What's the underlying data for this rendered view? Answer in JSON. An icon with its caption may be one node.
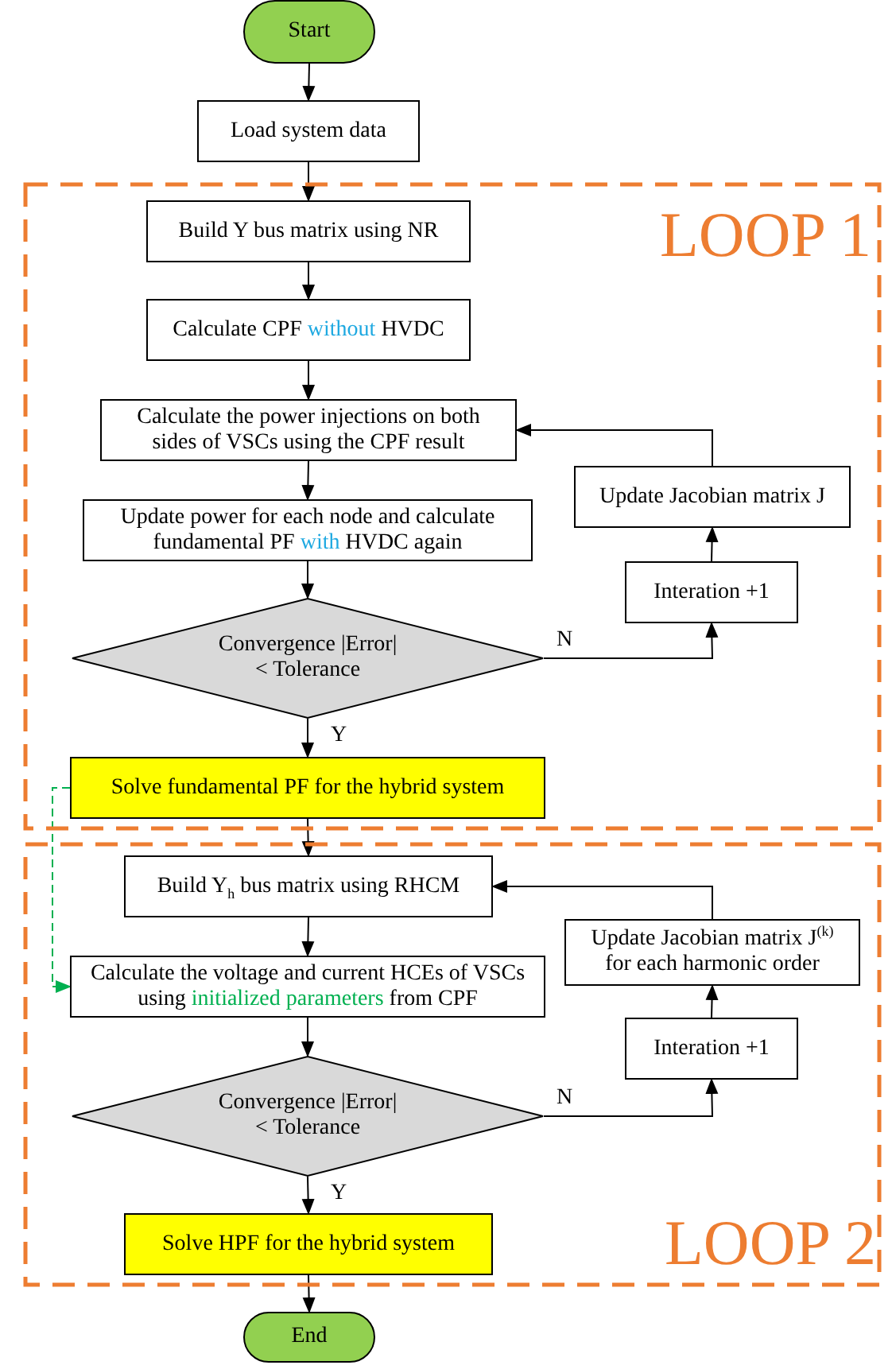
{
  "diagram": {
    "nodes": [
      {
        "text": [
          "Start"
        ]
      },
      {
        "text": [
          "Load system data"
        ]
      },
      {
        "text": [
          "LOOP 1"
        ]
      },
      {
        "text": [
          "Build Y bus matrix using NR"
        ],
        "in": 2
      },
      {
        "text": [
          "Calculate CPF *without* HVDC"
        ],
        "in": 2
      },
      {
        "text": [
          "Calculate the power injections on both sides of VSCs using the CPF result"
        ],
        "in": 2
      },
      {
        "text": [
          "Update Jacobian matrix J"
        ],
        "in": 2
      },
      {
        "text": [
          "Update power for each node and calculate fundamental PF *with* HVDC again"
        ],
        "in": 2
      },
      {
        "text": [
          "Interation +1"
        ],
        "in": 2
      },
      {
        "text": [
          "Convergence |Error| < Tolerance"
        ],
        "in": 2
      },
      {
        "text": [
          "Solve fundamental PF for the hybrid system"
        ],
        "in": 2
      },
      {
        "text": [
          "LOOP 2"
        ]
      },
      {
        "text": [
          "Build Y$_{h}$ bus matrix using RHCM"
        ],
        "in": 11
      },
      {
        "text": [
          "Update Jacobian matrix J$^{(k)}$ for each harmonic order"
        ],
        "in": 11
      },
      {
        "text": [
          "Calculate the voltage and current HCEs of VSCs using *initialized parameters* from CPF"
        ],
        "in": 11
      },
      {
        "text": [
          "Interation +1"
        ],
        "in": 11
      },
      {
        "text": [
          "Convergence |Error| < Tolerance"
        ],
        "in": 11
      },
      {
        "text": [
          "Solve HPF for the hybrid system"
        ],
        "in": 11
      },
      {
        "text": [
          "End"
        ]
      }
    ],
    "edges": [
      {
        "from": 0,
        "to": 1,
        "arrow": "to"
      },
      {
        "from": 1,
        "to": 3,
        "arrow": "to"
      },
      {
        "from": 3,
        "to": 4,
        "arrow": "to"
      },
      {
        "from": 4,
        "to": 5,
        "arrow": "to"
      },
      {
        "from": 5,
        "to": 7,
        "arrow": "to"
      },
      {
        "from": 7,
        "to": 9,
        "arrow": "to"
      },
      {
        "from": 9,
        "to": 8,
        "arrow": "to",
        "label": "N"
      },
      {
        "from": 8,
        "to": 6,
        "arrow": "to"
      },
      {
        "from": 6,
        "to": 5,
        "arrow": "to"
      },
      {
        "from": 9,
        "to": 10,
        "arrow": "to",
        "label": "Y"
      },
      {
        "from": 10,
        "to": 12,
        "arrow": "to"
      },
      {
        "from": 10,
        "to": 14,
        "arrow": "to",
        "style": "dashed",
        "color": "#00b050"
      },
      {
        "from": 12,
        "to": 14,
        "arrow": "to"
      },
      {
        "from": 14,
        "to": 16,
        "arrow": "to"
      },
      {
        "from": 16,
        "to": 15,
        "arrow": "to",
        "label": "N"
      },
      {
        "from": 15,
        "to": 13,
        "arrow": "to"
      },
      {
        "from": 13,
        "to": 12,
        "arrow": "to"
      },
      {
        "from": 16,
        "to": 17,
        "arrow": "to",
        "label": "Y"
      },
      {
        "from": 17,
        "to": 18,
        "arrow": "to"
      }
    ]
  }
}
